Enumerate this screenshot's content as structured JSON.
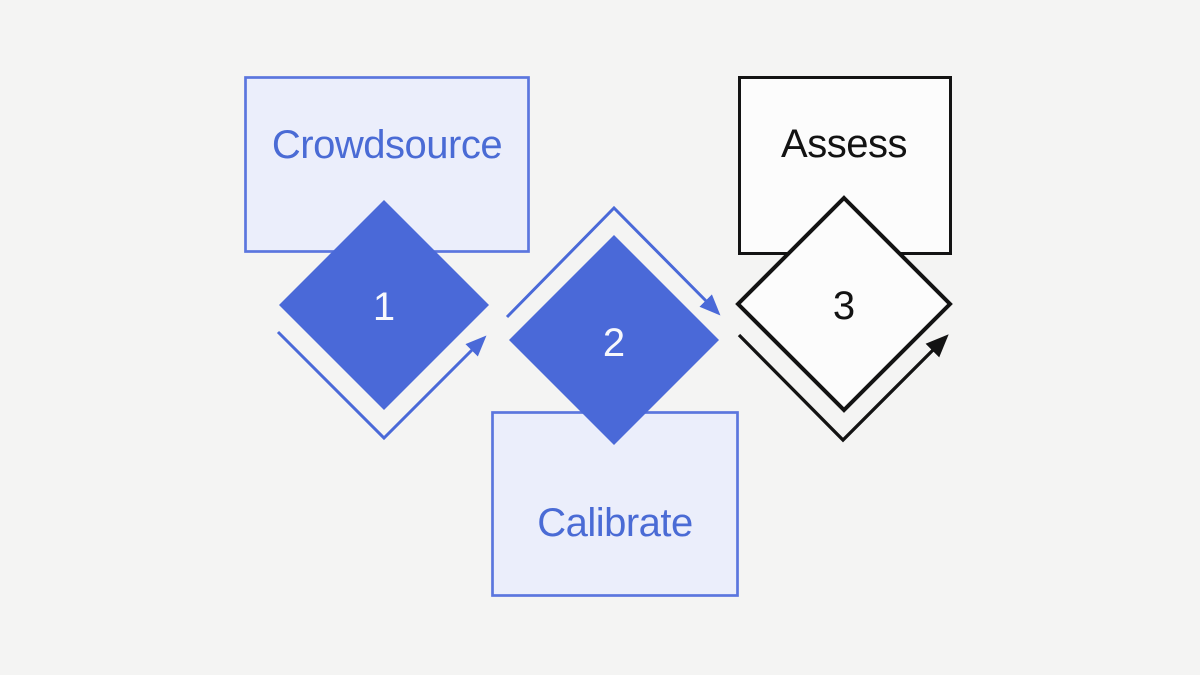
{
  "title": "Three-step process flow diagram",
  "colors": {
    "background": "#f4f4f3",
    "blue": "#4a69d8",
    "blue_border": "#5b76de",
    "blue_light_fill": "#ebeefb",
    "blue_text": "#4a6bd5",
    "black": "#131313",
    "white_fill": "#fcfcfc",
    "number_light": "#f7f8fc"
  },
  "diagram": {
    "steps": [
      {
        "number": "1",
        "label": "Crowdsource",
        "style": "blue"
      },
      {
        "number": "2",
        "label": "Calibrate",
        "style": "blue"
      },
      {
        "number": "3",
        "label": "Assess",
        "style": "black"
      }
    ],
    "arrows": [
      {
        "name": "arrow-step-1-to-2",
        "color": "blue"
      },
      {
        "name": "arrow-step-2-to-3",
        "color": "blue"
      },
      {
        "name": "arrow-step-3-out",
        "color": "black"
      }
    ]
  }
}
